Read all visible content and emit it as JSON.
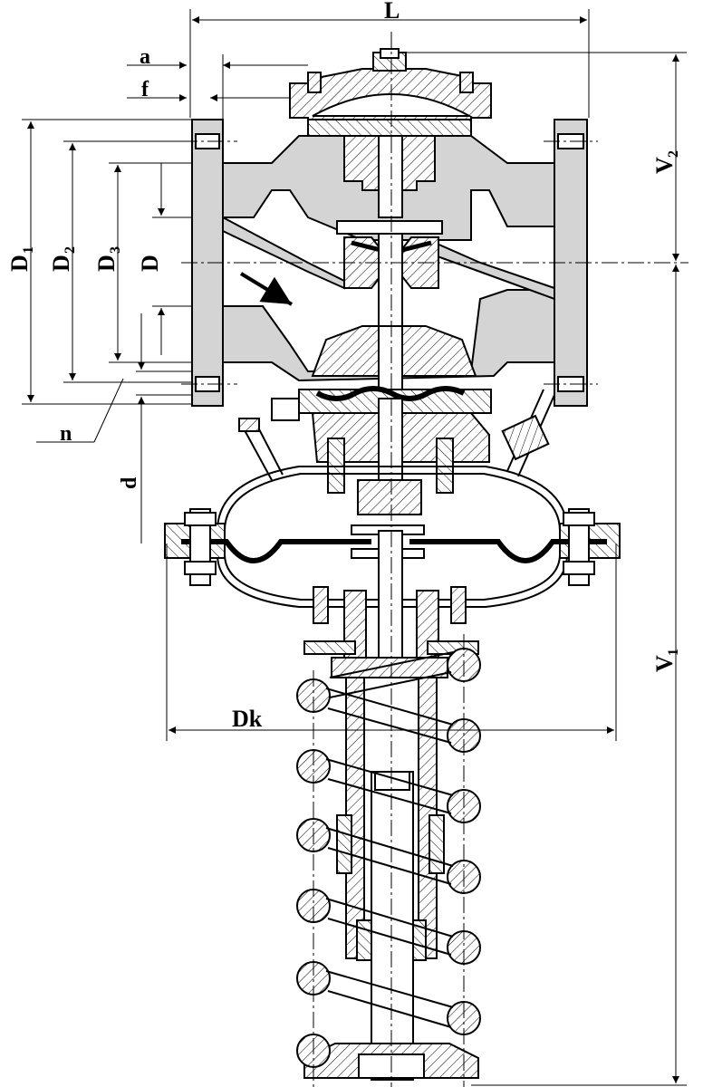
{
  "labels": {
    "L": "L",
    "a": "a",
    "f": "f",
    "D1": "D",
    "D1_sub": "1",
    "D2": "D",
    "D2_sub": "2",
    "D3": "D",
    "D3_sub": "3",
    "D": "D",
    "n": "n",
    "d": "d",
    "V1": "V",
    "V1_sub": "1",
    "V2": "V",
    "V2_sub": "2",
    "Dk": "Dk"
  }
}
